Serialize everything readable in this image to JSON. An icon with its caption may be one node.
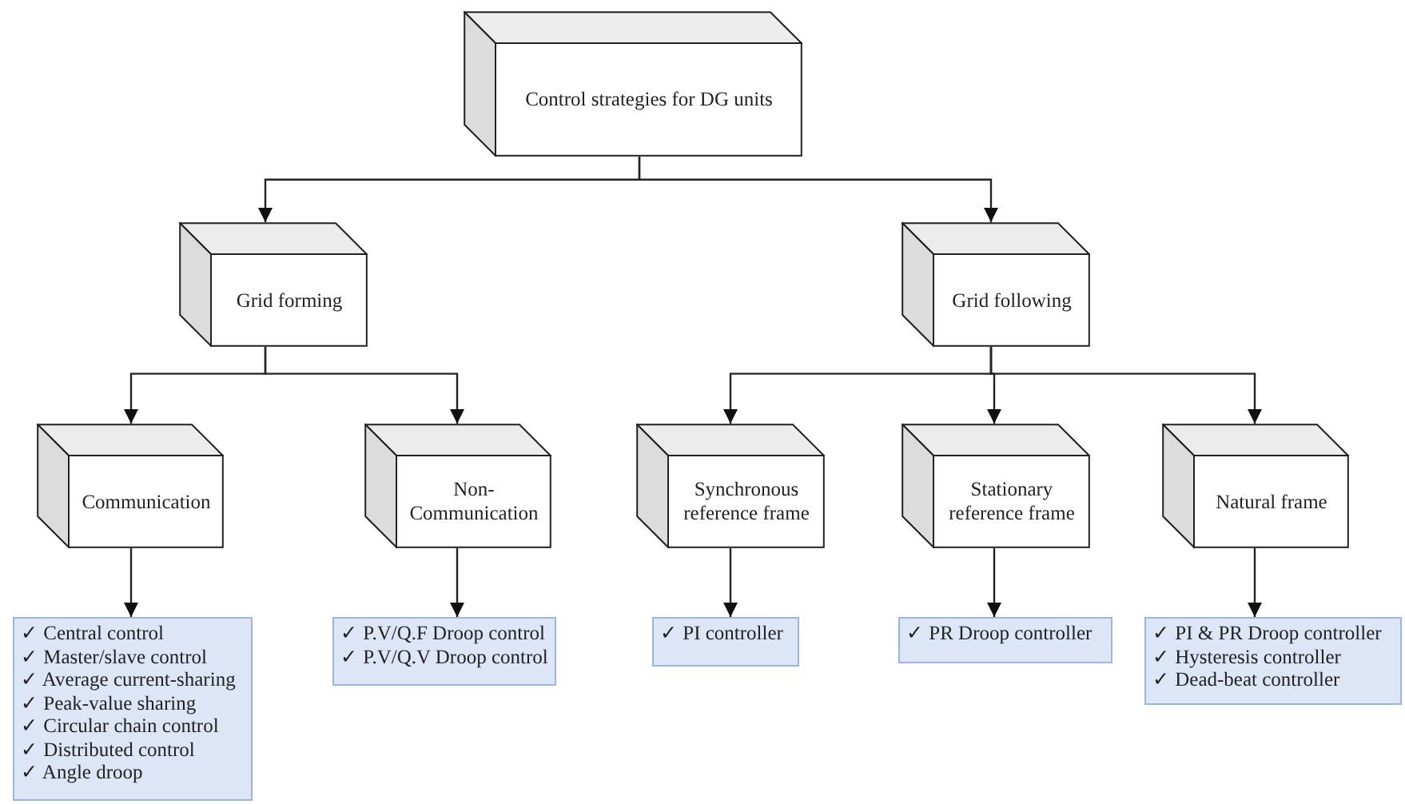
{
  "diagram": {
    "nodes": [
      {
        "text": [
          "Control strategies for DG units"
        ]
      },
      {
        "text": [
          "Grid forming"
        ]
      },
      {
        "text": [
          "Grid following"
        ]
      },
      {
        "text": [
          "Communication"
        ]
      },
      {
        "text": [
          "Non-Communication"
        ]
      },
      {
        "text": [
          "Synchronous reference frame"
        ]
      },
      {
        "text": [
          "Stationary reference frame"
        ]
      },
      {
        "text": [
          "Natural frame"
        ]
      },
      {
        "text": [
          "✓ Central control",
          "✓ Master/slave control",
          "✓ Average current-sharing",
          "✓ Peak-value sharing",
          "✓ Circular chain control",
          "✓ Distributed control",
          "✓ Angle droop"
        ]
      },
      {
        "text": [
          "✓ P.V/Q.F Droop control",
          "✓ P.V/Q.V Droop control"
        ]
      },
      {
        "text": [
          "✓ PI controller"
        ]
      },
      {
        "text": [
          "✓ PR Droop controller"
        ]
      },
      {
        "text": [
          "✓ PI & PR Droop controller",
          "✓ Hysteresis controller",
          "✓ Dead-beat controller"
        ]
      }
    ],
    "edges": [
      {
        "from": 0,
        "to": 1,
        "arrow": "to"
      },
      {
        "from": 0,
        "to": 2,
        "arrow": "to"
      },
      {
        "from": 1,
        "to": 3,
        "arrow": "to"
      },
      {
        "from": 1,
        "to": 4,
        "arrow": "to"
      },
      {
        "from": 2,
        "to": 5,
        "arrow": "to"
      },
      {
        "from": 2,
        "to": 6,
        "arrow": "to"
      },
      {
        "from": 2,
        "to": 7,
        "arrow": "to"
      },
      {
        "from": 3,
        "to": 8,
        "arrow": "to"
      },
      {
        "from": 4,
        "to": 9,
        "arrow": "to"
      },
      {
        "from": 5,
        "to": 10,
        "arrow": "to"
      },
      {
        "from": 6,
        "to": 11,
        "arrow": "to"
      },
      {
        "from": 7,
        "to": 12,
        "arrow": "to"
      }
    ]
  }
}
